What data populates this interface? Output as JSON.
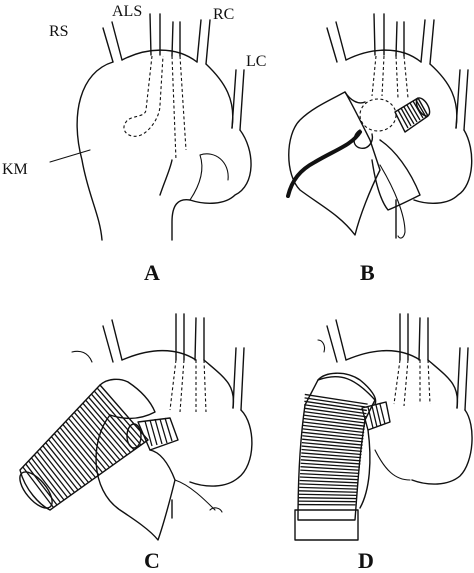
{
  "labels": {
    "rs": "RS",
    "als": "ALS",
    "rc": "RC",
    "lc": "LC",
    "km": "KM"
  },
  "panels": [
    {
      "letter": "A"
    },
    {
      "letter": "B"
    },
    {
      "letter": "C"
    },
    {
      "letter": "D"
    }
  ]
}
